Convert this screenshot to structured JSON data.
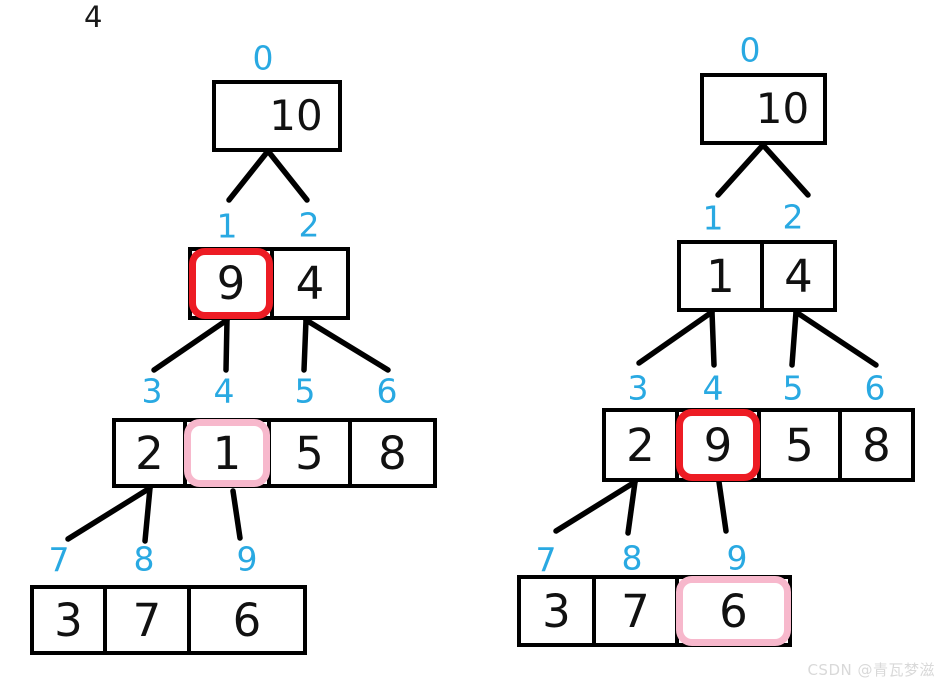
{
  "page": {
    "corner_label": "4",
    "watermark": "CSDN @青瓦梦滋"
  },
  "colors": {
    "index_blue": "#29A9E2",
    "highlight_red": "#ED1C24",
    "highlight_pink": "#F7B8CC",
    "box_border": "#000000"
  },
  "trees": [
    {
      "levels": [
        {
          "indices": [
            "0"
          ],
          "cells": [
            {
              "value": "10",
              "highlight": "none"
            }
          ]
        },
        {
          "indices": [
            "1",
            "2"
          ],
          "cells": [
            {
              "value": "9",
              "highlight": "red"
            },
            {
              "value": "4",
              "highlight": "none"
            }
          ]
        },
        {
          "indices": [
            "3",
            "4",
            "5",
            "6"
          ],
          "cells": [
            {
              "value": "2",
              "highlight": "none"
            },
            {
              "value": "1",
              "highlight": "pink"
            },
            {
              "value": "5",
              "highlight": "none"
            },
            {
              "value": "8",
              "highlight": "none"
            }
          ]
        },
        {
          "indices": [
            "7",
            "8",
            "9"
          ],
          "cells": [
            {
              "value": "3",
              "highlight": "none"
            },
            {
              "value": "7",
              "highlight": "none"
            },
            {
              "value": "6",
              "highlight": "none"
            }
          ]
        }
      ]
    },
    {
      "levels": [
        {
          "indices": [
            "0"
          ],
          "cells": [
            {
              "value": "10",
              "highlight": "none"
            }
          ]
        },
        {
          "indices": [
            "1",
            "2"
          ],
          "cells": [
            {
              "value": "1",
              "highlight": "none"
            },
            {
              "value": "4",
              "highlight": "none"
            }
          ]
        },
        {
          "indices": [
            "3",
            "4",
            "5",
            "6"
          ],
          "cells": [
            {
              "value": "2",
              "highlight": "none"
            },
            {
              "value": "9",
              "highlight": "red"
            },
            {
              "value": "5",
              "highlight": "none"
            },
            {
              "value": "8",
              "highlight": "none"
            }
          ]
        },
        {
          "indices": [
            "7",
            "8",
            "9"
          ],
          "cells": [
            {
              "value": "3",
              "highlight": "none"
            },
            {
              "value": "7",
              "highlight": "none"
            },
            {
              "value": "6",
              "highlight": "pink"
            }
          ]
        }
      ]
    }
  ]
}
